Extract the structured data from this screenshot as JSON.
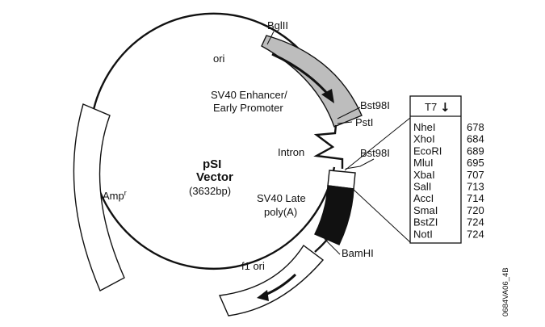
{
  "vector": {
    "name": "pSI",
    "subtitle": "Vector",
    "size": "(3632bp)"
  },
  "features": {
    "ori": "ori",
    "enhancer_line1": "SV40 Enhancer/",
    "enhancer_line2": "Early Promoter",
    "intron": "Intron",
    "polya_line1": "SV40 Late",
    "polya_line2": "poly(A)",
    "f1_ori": "f1 ori",
    "amp": "Amp",
    "amp_sup": "r"
  },
  "sites": {
    "bglii": "BglII",
    "bst98i_top": "Bst98I",
    "psti": "PstI",
    "bst98i_bottom": "Bst98I",
    "bamhi": "BamHI"
  },
  "mcs": {
    "header": "T7",
    "header_arrow": "↓",
    "rows": [
      {
        "enzyme": "NheI",
        "pos": "678"
      },
      {
        "enzyme": "XhoI",
        "pos": "684"
      },
      {
        "enzyme": "EcoRI",
        "pos": "689"
      },
      {
        "enzyme": "MluI",
        "pos": "695"
      },
      {
        "enzyme": "XbaI",
        "pos": "707"
      },
      {
        "enzyme": "SalI",
        "pos": "713"
      },
      {
        "enzyme": "AccI",
        "pos": "714"
      },
      {
        "enzyme": "SmaI",
        "pos": "720"
      },
      {
        "enzyme": "BstZI",
        "pos": "724"
      },
      {
        "enzyme": "NotI",
        "pos": "724"
      }
    ]
  },
  "figure_code": "0684VA06_4B"
}
